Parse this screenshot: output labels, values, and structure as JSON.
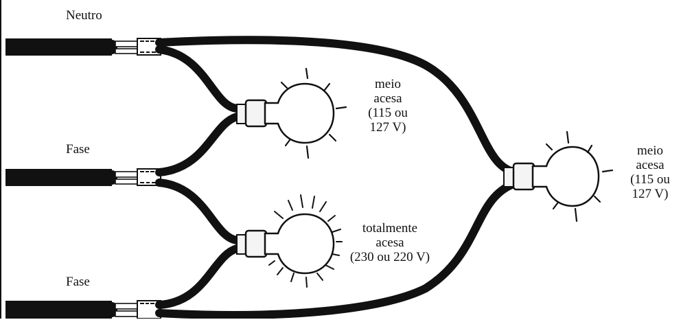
{
  "wires": {
    "neutral": "Neutro",
    "phase_1": "Fase",
    "phase_2": "Fase"
  },
  "lamps": {
    "top": {
      "lines": [
        "meio",
        "acesa",
        "(115 ou",
        "127 V)"
      ],
      "state": "half"
    },
    "bottom": {
      "lines": [
        "totalmente",
        "acesa",
        "(230 ou 220 V)"
      ],
      "state": "full"
    },
    "right": {
      "lines": [
        "meio",
        "acesa",
        "(115 ou",
        "127 V)"
      ],
      "state": "half"
    }
  },
  "colors": {
    "wire": "#111111",
    "background": "#ffffff",
    "bulb_glass": "#ffffff",
    "socket": "#f4f4f4"
  }
}
